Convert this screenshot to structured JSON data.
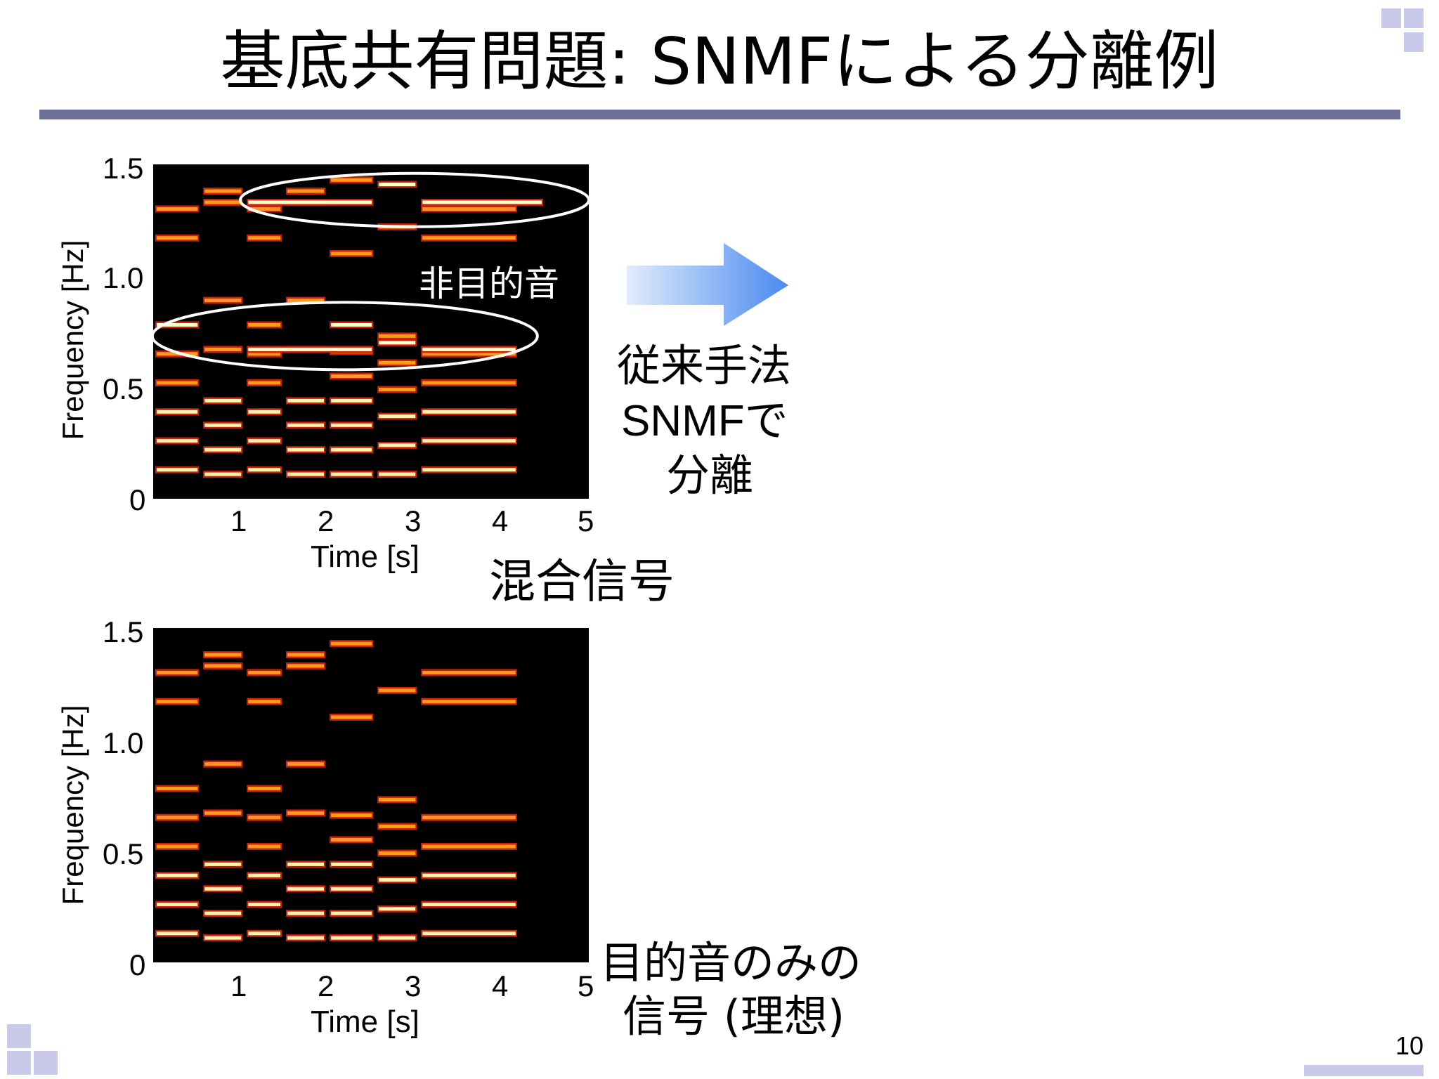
{
  "slide": {
    "title": "基底共有問題: SNMFによる分離例",
    "page_number": "10"
  },
  "plots": [
    {
      "ylabel": "Frequency [Hz]",
      "xlabel": "Time [s]",
      "yticks": [
        "1.5",
        "1.0",
        "0.5",
        "0"
      ],
      "xticks": [
        "1",
        "2",
        "3",
        "4",
        "5"
      ],
      "caption": "混合信号",
      "annotation": "非目的音"
    },
    {
      "ylabel": "Frequency [Hz]",
      "xlabel": "Time [s]",
      "yticks": [
        "1.5",
        "1.0",
        "0.5",
        "0"
      ],
      "xticks": [
        "1",
        "2",
        "3",
        "4",
        "5"
      ],
      "caption_line1": "目的音のみの",
      "caption_line2": "信号 (理想)"
    }
  ],
  "arrow": {
    "line1": "従来手法",
    "line2": "SNMFで",
    "line3": "分離"
  },
  "colors": {
    "title_rule": "#6d6f9b",
    "corner_squares": "#c9caea",
    "arrow_light": "#e2ecfb",
    "arrow_dark": "#4a8af0",
    "spectrogram_bg": "#000000"
  },
  "chart_data": [
    {
      "type": "heatmap",
      "xlabel": "Time [s]",
      "ylabel": "Frequency [Hz]",
      "xlim": [
        0,
        5
      ],
      "ylim": [
        0,
        1.5
      ],
      "xticks": [
        1,
        2,
        3,
        4,
        5
      ],
      "yticks": [
        0,
        0.5,
        1.0,
        1.5
      ],
      "notes": [
        {
          "t0": 0.0,
          "t1": 0.55,
          "f": 0.13
        },
        {
          "t0": 0.55,
          "t1": 1.05,
          "f": 0.11
        },
        {
          "t0": 1.05,
          "t1": 1.5,
          "f": 0.13
        },
        {
          "t0": 1.5,
          "t1": 2.0,
          "f": 0.11
        },
        {
          "t0": 2.0,
          "t1": 2.55,
          "f": 0.11
        },
        {
          "t0": 2.55,
          "t1": 3.05,
          "f": 0.11
        },
        {
          "t0": 3.05,
          "t1": 4.2,
          "f": 0.13
        },
        {
          "t0": 0.0,
          "t1": 0.55,
          "f": 0.26
        },
        {
          "t0": 0.55,
          "t1": 1.05,
          "f": 0.22
        },
        {
          "t0": 1.05,
          "t1": 1.5,
          "f": 0.26
        },
        {
          "t0": 1.5,
          "t1": 2.0,
          "f": 0.22
        },
        {
          "t0": 2.0,
          "t1": 2.55,
          "f": 0.22
        },
        {
          "t0": 2.55,
          "t1": 3.05,
          "f": 0.24
        },
        {
          "t0": 3.05,
          "t1": 4.2,
          "f": 0.26
        },
        {
          "t0": 0.0,
          "t1": 0.55,
          "f": 0.39
        },
        {
          "t0": 0.55,
          "t1": 1.05,
          "f": 0.33
        },
        {
          "t0": 1.05,
          "t1": 1.5,
          "f": 0.39
        },
        {
          "t0": 1.5,
          "t1": 2.0,
          "f": 0.33
        },
        {
          "t0": 2.0,
          "t1": 2.55,
          "f": 0.33
        },
        {
          "t0": 2.55,
          "t1": 3.05,
          "f": 0.37
        },
        {
          "t0": 3.05,
          "t1": 4.2,
          "f": 0.39
        },
        {
          "t0": 0.0,
          "t1": 0.55,
          "f": 0.52
        },
        {
          "t0": 0.55,
          "t1": 1.05,
          "f": 0.44
        },
        {
          "t0": 1.05,
          "t1": 1.5,
          "f": 0.52
        },
        {
          "t0": 1.5,
          "t1": 2.0,
          "f": 0.44
        },
        {
          "t0": 2.0,
          "t1": 2.55,
          "f": 0.44
        },
        {
          "t0": 2.55,
          "t1": 3.05,
          "f": 0.49
        },
        {
          "t0": 3.05,
          "t1": 4.2,
          "f": 0.52
        },
        {
          "t0": 0.0,
          "t1": 0.55,
          "f": 0.65
        },
        {
          "t0": 0.55,
          "t1": 1.05,
          "f": 0.67
        },
        {
          "t0": 1.05,
          "t1": 1.5,
          "f": 0.65
        },
        {
          "t0": 1.5,
          "t1": 2.0,
          "f": 0.67
        },
        {
          "t0": 2.0,
          "t1": 2.55,
          "f": 0.55
        },
        {
          "t0": 2.55,
          "t1": 3.05,
          "f": 0.61
        },
        {
          "t0": 3.05,
          "t1": 4.2,
          "f": 0.65
        },
        {
          "t0": 0.0,
          "t1": 0.55,
          "f": 0.78
        },
        {
          "t0": 1.05,
          "t1": 1.5,
          "f": 0.78
        },
        {
          "t0": 2.0,
          "t1": 2.55,
          "f": 0.66
        },
        {
          "t0": 2.55,
          "t1": 3.05,
          "f": 0.73
        },
        {
          "t0": 0.55,
          "t1": 1.05,
          "f": 0.89
        },
        {
          "t0": 1.5,
          "t1": 2.0,
          "f": 0.89
        },
        {
          "t0": 2.0,
          "t1": 2.55,
          "f": 1.1
        },
        {
          "t0": 2.55,
          "t1": 3.05,
          "f": 1.22
        },
        {
          "t0": 0.0,
          "t1": 0.55,
          "f": 1.17
        },
        {
          "t0": 0.55,
          "t1": 1.05,
          "f": 1.33
        },
        {
          "t0": 1.05,
          "t1": 1.5,
          "f": 1.17
        },
        {
          "t0": 1.5,
          "t1": 2.0,
          "f": 1.33
        },
        {
          "t0": 3.05,
          "t1": 4.2,
          "f": 1.17
        },
        {
          "t0": 0.0,
          "t1": 0.55,
          "f": 1.3
        },
        {
          "t0": 0.55,
          "t1": 1.05,
          "f": 1.38
        },
        {
          "t0": 1.05,
          "t1": 1.5,
          "f": 1.3
        },
        {
          "t0": 1.5,
          "t1": 2.0,
          "f": 1.38
        },
        {
          "t0": 2.0,
          "t1": 2.55,
          "f": 1.43
        },
        {
          "t0": 3.05,
          "t1": 4.2,
          "f": 1.3
        },
        {
          "t0": 1.05,
          "t1": 2.55,
          "f": 0.67,
          "interferer": true
        },
        {
          "t0": 3.05,
          "t1": 4.2,
          "f": 0.67,
          "interferer": true
        },
        {
          "t0": 0.0,
          "t1": 0.55,
          "f": 0.78,
          "interferer": true
        },
        {
          "t0": 2.0,
          "t1": 2.55,
          "f": 0.78,
          "interferer": true
        },
        {
          "t0": 2.55,
          "t1": 3.05,
          "f": 0.7,
          "interferer": true
        },
        {
          "t0": 1.05,
          "t1": 2.55,
          "f": 1.33,
          "interferer": true
        },
        {
          "t0": 3.05,
          "t1": 4.5,
          "f": 1.33,
          "interferer": true
        },
        {
          "t0": 2.55,
          "t1": 3.05,
          "f": 1.41,
          "interferer": true
        }
      ]
    },
    {
      "type": "heatmap",
      "xlabel": "Time [s]",
      "ylabel": "Frequency [Hz]",
      "xlim": [
        0,
        5
      ],
      "ylim": [
        0,
        1.5
      ],
      "xticks": [
        1,
        2,
        3,
        4,
        5
      ],
      "yticks": [
        0,
        0.5,
        1.0,
        1.5
      ],
      "notes": [
        {
          "t0": 0.0,
          "t1": 0.55,
          "f": 0.13
        },
        {
          "t0": 0.55,
          "t1": 1.05,
          "f": 0.11
        },
        {
          "t0": 1.05,
          "t1": 1.5,
          "f": 0.13
        },
        {
          "t0": 1.5,
          "t1": 2.0,
          "f": 0.11
        },
        {
          "t0": 2.0,
          "t1": 2.55,
          "f": 0.11
        },
        {
          "t0": 2.55,
          "t1": 3.05,
          "f": 0.11
        },
        {
          "t0": 3.05,
          "t1": 4.2,
          "f": 0.13
        },
        {
          "t0": 0.0,
          "t1": 0.55,
          "f": 0.26
        },
        {
          "t0": 0.55,
          "t1": 1.05,
          "f": 0.22
        },
        {
          "t0": 1.05,
          "t1": 1.5,
          "f": 0.26
        },
        {
          "t0": 1.5,
          "t1": 2.0,
          "f": 0.22
        },
        {
          "t0": 2.0,
          "t1": 2.55,
          "f": 0.22
        },
        {
          "t0": 2.55,
          "t1": 3.05,
          "f": 0.24
        },
        {
          "t0": 3.05,
          "t1": 4.2,
          "f": 0.26
        },
        {
          "t0": 0.0,
          "t1": 0.55,
          "f": 0.39
        },
        {
          "t0": 0.55,
          "t1": 1.05,
          "f": 0.33
        },
        {
          "t0": 1.05,
          "t1": 1.5,
          "f": 0.39
        },
        {
          "t0": 1.5,
          "t1": 2.0,
          "f": 0.33
        },
        {
          "t0": 2.0,
          "t1": 2.55,
          "f": 0.33
        },
        {
          "t0": 2.55,
          "t1": 3.05,
          "f": 0.37
        },
        {
          "t0": 3.05,
          "t1": 4.2,
          "f": 0.39
        },
        {
          "t0": 0.0,
          "t1": 0.55,
          "f": 0.52
        },
        {
          "t0": 0.55,
          "t1": 1.05,
          "f": 0.44
        },
        {
          "t0": 1.05,
          "t1": 1.5,
          "f": 0.52
        },
        {
          "t0": 1.5,
          "t1": 2.0,
          "f": 0.44
        },
        {
          "t0": 2.0,
          "t1": 2.55,
          "f": 0.44
        },
        {
          "t0": 2.55,
          "t1": 3.05,
          "f": 0.49
        },
        {
          "t0": 3.05,
          "t1": 4.2,
          "f": 0.52
        },
        {
          "t0": 0.0,
          "t1": 0.55,
          "f": 0.65
        },
        {
          "t0": 0.55,
          "t1": 1.05,
          "f": 0.67
        },
        {
          "t0": 1.05,
          "t1": 1.5,
          "f": 0.65
        },
        {
          "t0": 1.5,
          "t1": 2.0,
          "f": 0.67
        },
        {
          "t0": 2.0,
          "t1": 2.55,
          "f": 0.55
        },
        {
          "t0": 2.55,
          "t1": 3.05,
          "f": 0.61
        },
        {
          "t0": 3.05,
          "t1": 4.2,
          "f": 0.65
        },
        {
          "t0": 0.0,
          "t1": 0.55,
          "f": 0.78
        },
        {
          "t0": 1.05,
          "t1": 1.5,
          "f": 0.78
        },
        {
          "t0": 2.0,
          "t1": 2.55,
          "f": 0.66
        },
        {
          "t0": 2.55,
          "t1": 3.05,
          "f": 0.73
        },
        {
          "t0": 0.55,
          "t1": 1.05,
          "f": 0.89
        },
        {
          "t0": 1.5,
          "t1": 2.0,
          "f": 0.89
        },
        {
          "t0": 2.0,
          "t1": 2.55,
          "f": 1.1
        },
        {
          "t0": 2.55,
          "t1": 3.05,
          "f": 1.22
        },
        {
          "t0": 0.0,
          "t1": 0.55,
          "f": 1.17
        },
        {
          "t0": 0.55,
          "t1": 1.05,
          "f": 1.33
        },
        {
          "t0": 1.05,
          "t1": 1.5,
          "f": 1.17
        },
        {
          "t0": 1.5,
          "t1": 2.0,
          "f": 1.33
        },
        {
          "t0": 3.05,
          "t1": 4.2,
          "f": 1.17
        },
        {
          "t0": 0.0,
          "t1": 0.55,
          "f": 1.3
        },
        {
          "t0": 0.55,
          "t1": 1.05,
          "f": 1.38
        },
        {
          "t0": 1.05,
          "t1": 1.5,
          "f": 1.3
        },
        {
          "t0": 1.5,
          "t1": 2.0,
          "f": 1.38
        },
        {
          "t0": 2.0,
          "t1": 2.55,
          "f": 1.43
        },
        {
          "t0": 3.05,
          "t1": 4.2,
          "f": 1.3
        }
      ]
    }
  ]
}
